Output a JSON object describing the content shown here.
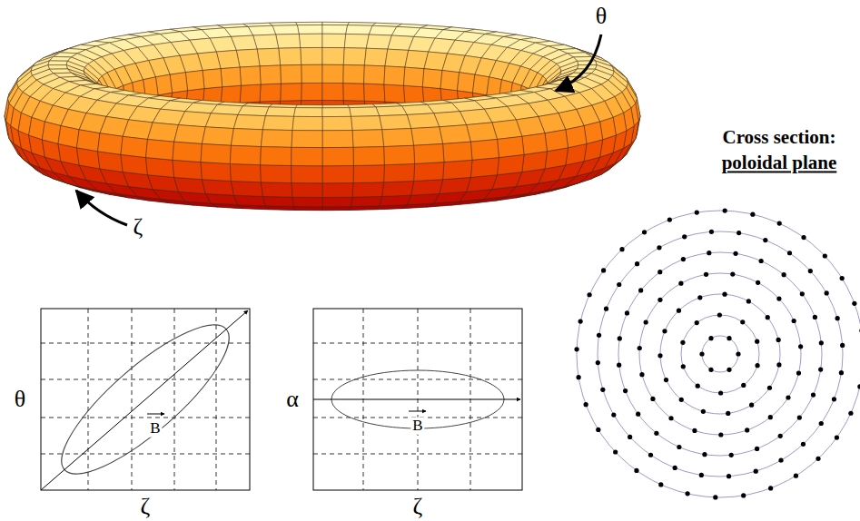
{
  "diagram": {
    "labels": [
      "θ",
      "ζ",
      "θ",
      "ζ",
      "B",
      "α",
      "ζ",
      "B",
      "Cross section:",
      "poloidal plane"
    ]
  }
}
